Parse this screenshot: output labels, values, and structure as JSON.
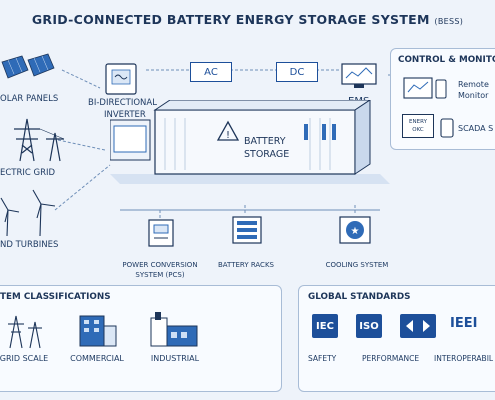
{
  "title": {
    "main": "GRID-CONNECTED BATTERY ENERGY STORAGE SYSTEM",
    "abbr": "(BESS)"
  },
  "left_sources": {
    "solar": "OLAR PANELS",
    "grid": "ECTRIC GRID",
    "wind": "ND TURBINES"
  },
  "inverter": {
    "line1": "BI-DIRECTIONAL",
    "line2": "INVERTER"
  },
  "flow": {
    "ac": "AC",
    "dc": "DC"
  },
  "ems": "EMS",
  "battery_storage": {
    "line1": "BATTERY",
    "line2": "STORAGE"
  },
  "control": {
    "title": "CONTROL & MONITOR",
    "remote_line1": "Remote",
    "remote_line2": "Monitor",
    "scada": "SCADA S",
    "energy_screen_line1": "ENERY",
    "energy_screen_line2": "OKC"
  },
  "components": {
    "pcs_line1": "POWER CONVERSION",
    "pcs_line2": "SYSTEM (PCS)",
    "racks": "BATTERY RACKS",
    "cooling": "COOLING SYSTEM"
  },
  "classifications": {
    "title": "TEM CLASSIFICATIONS",
    "items": [
      "GRID SCALE",
      "COMMERCIAL",
      "INDUSTRIAL"
    ]
  },
  "standards": {
    "title": "GLOBAL STANDARDS",
    "logos": [
      "IEC",
      "ISO",
      "",
      "IEEI"
    ],
    "footer": [
      "SAFETY",
      "PERFORMANCE",
      "INTEROPERABIL"
    ]
  },
  "colors": {
    "navy": "#1d3559",
    "blue": "#2f6bb7",
    "light": "#eef3fa"
  }
}
